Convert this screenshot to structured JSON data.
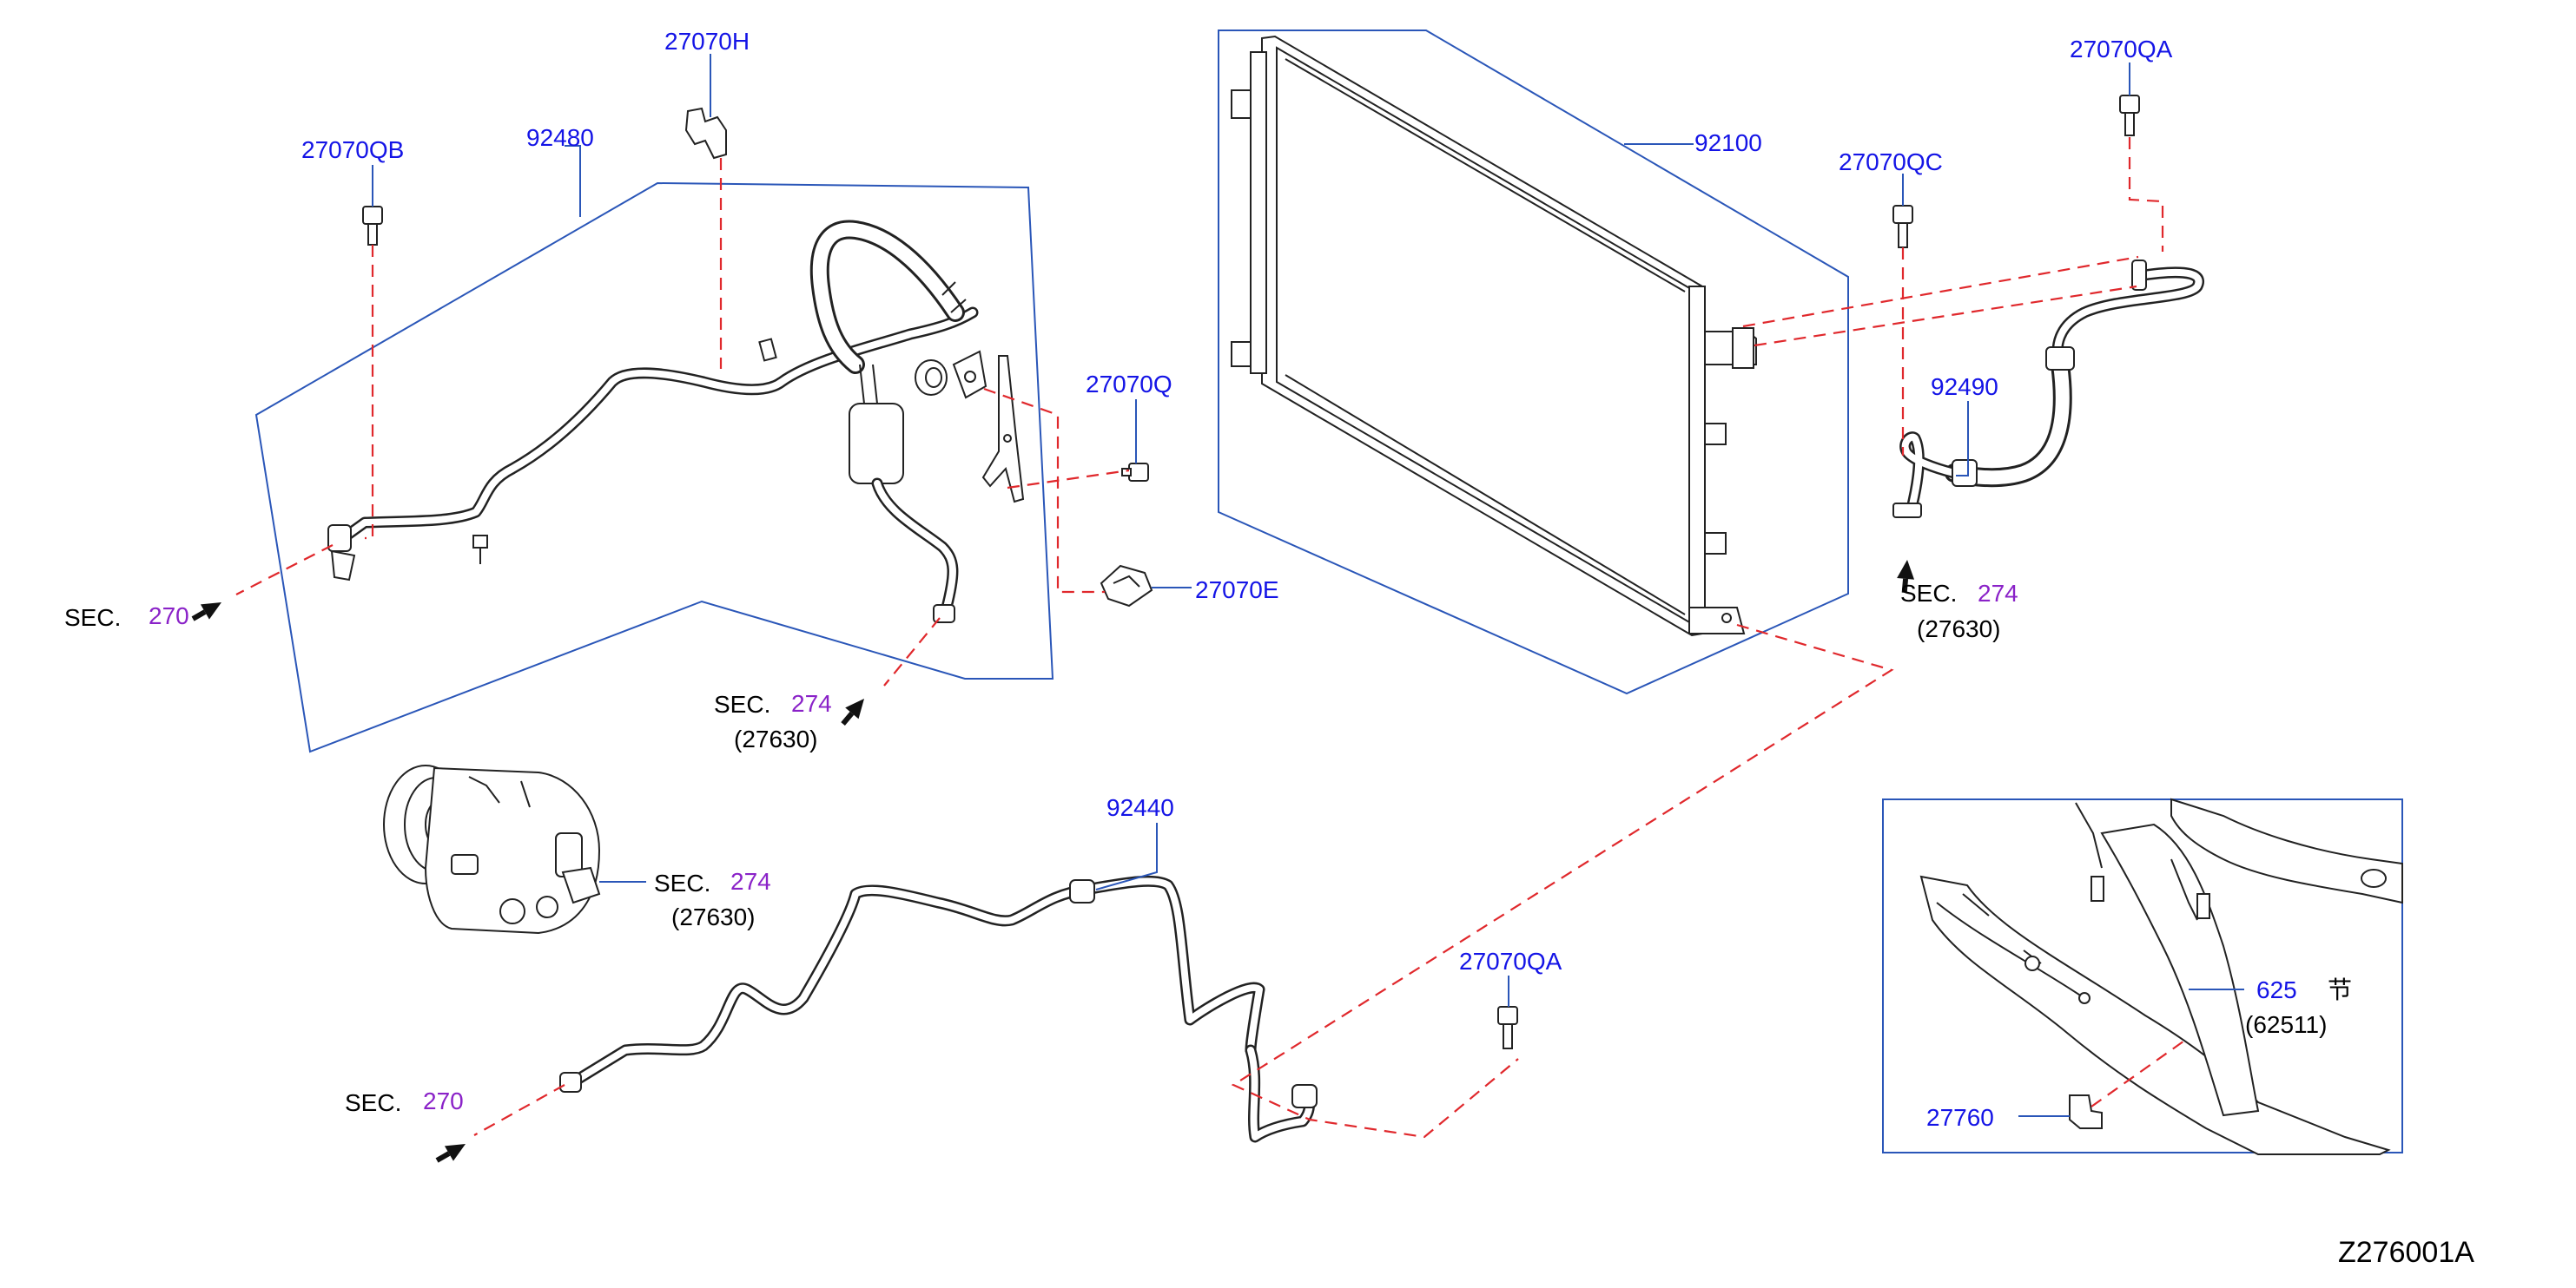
{
  "parts": {
    "p27070H": "27070H",
    "p27070QB": "27070QB",
    "p92480": "92480",
    "p92100": "92100",
    "p27070QA_top": "27070QA",
    "p27070QC": "27070QC",
    "p92490": "92490",
    "p27070Q": "27070Q",
    "p27070E": "27070E",
    "p92440": "92440",
    "p27070QA_bottom": "27070QA",
    "p625": "625",
    "p27760": "27760"
  },
  "sections": {
    "sec_word": "SEC.",
    "left_top": {
      "num": "270"
    },
    "mid_274": {
      "num": "274",
      "ref": "(27630)"
    },
    "right_274": {
      "num": "274",
      "ref": "(27630)"
    },
    "compressor_274": {
      "num": "274",
      "ref": "(27630)"
    },
    "left_bottom": {
      "num": "270"
    }
  },
  "inset": {
    "ref": "(62511)",
    "glyph": "节"
  },
  "diagram_code": "Z276001A",
  "colors": {
    "part_number": "#1414e6",
    "section_number": "#8a22c8",
    "leader_line": "#2a56b8",
    "dashed_guide": "#e0282c",
    "line_art": "#222222"
  }
}
